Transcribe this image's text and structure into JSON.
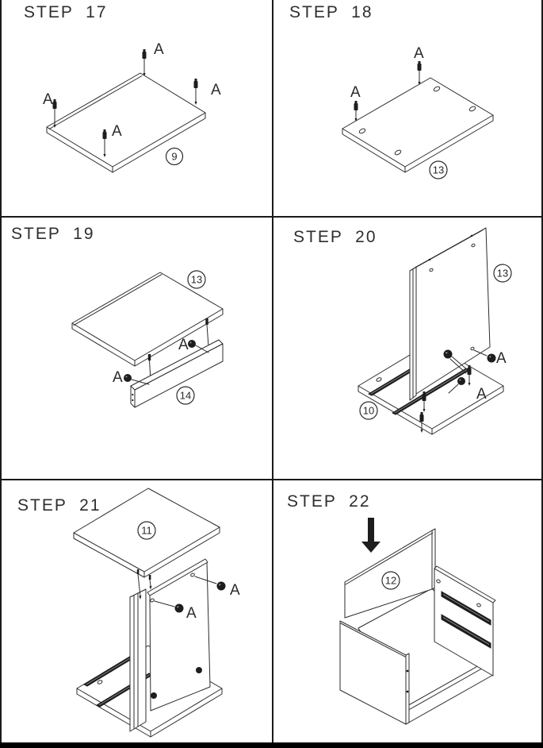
{
  "sheet": {
    "background": "#ffffff",
    "line_color": "#2b2b2b",
    "dark_fill": "#1d1d1d",
    "frame_color": "#1a1a1a",
    "bottom_bar_color": "#000000"
  },
  "steps": [
    {
      "title": "STEP  17",
      "fasteners": [
        "A",
        "A",
        "A",
        "A"
      ],
      "parts": [
        "9"
      ]
    },
    {
      "title": "STEP  18",
      "fasteners": [
        "A",
        "A"
      ],
      "parts": [
        "13"
      ]
    },
    {
      "title": "STEP  19",
      "fasteners": [
        "A",
        "A"
      ],
      "parts": [
        "13",
        "14"
      ]
    },
    {
      "title": "STEP  20",
      "fasteners": [
        "A",
        "A"
      ],
      "parts": [
        "13",
        "10"
      ]
    },
    {
      "title": "STEP  21",
      "fasteners": [
        "A",
        "A"
      ],
      "parts": [
        "11"
      ]
    },
    {
      "title": "STEP  22",
      "fasteners": [],
      "parts": [
        "12"
      ]
    }
  ]
}
